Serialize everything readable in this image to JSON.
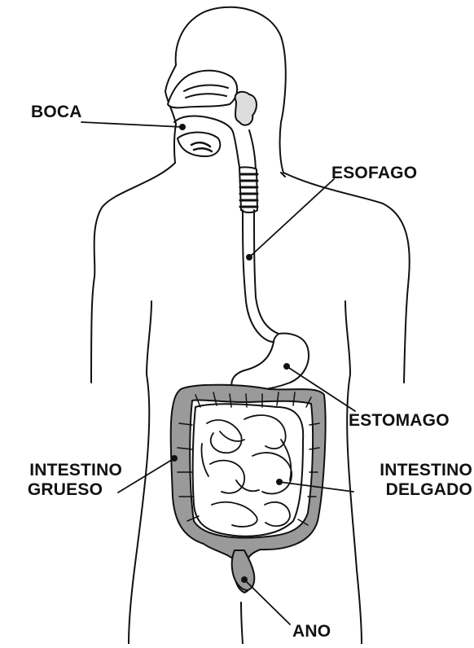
{
  "labels": {
    "boca": "BOCA",
    "esofago": "ESOFAGO",
    "estomago": "ESTOMAGO",
    "intestino_grueso_1": "INTESTINO",
    "intestino_grueso_2": "GRUESO",
    "intestino_delgado_1": "INTESTINO",
    "intestino_delgado_2": "DELGADO",
    "ano": "ANO"
  },
  "colors": {
    "outline": "#111111",
    "large_intestine_fill": "#9a9a9a",
    "background": "#ffffff"
  }
}
